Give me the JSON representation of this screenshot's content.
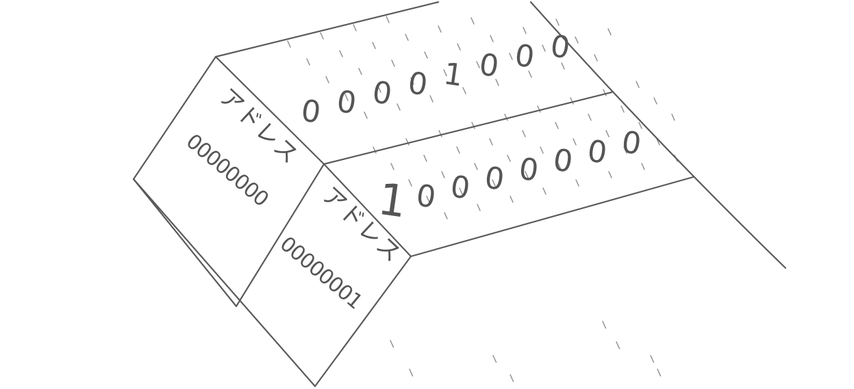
{
  "cells": [
    {
      "address_label": "アドレス",
      "address_value": "00000000",
      "bits": [
        "0",
        "0",
        "0",
        "0",
        "1",
        "0",
        "0",
        "0"
      ]
    },
    {
      "address_label": "アドレス",
      "address_value": "00000001",
      "bits": [
        "1",
        "0",
        "0",
        "0",
        "0",
        "0",
        "0",
        "0"
      ]
    }
  ]
}
